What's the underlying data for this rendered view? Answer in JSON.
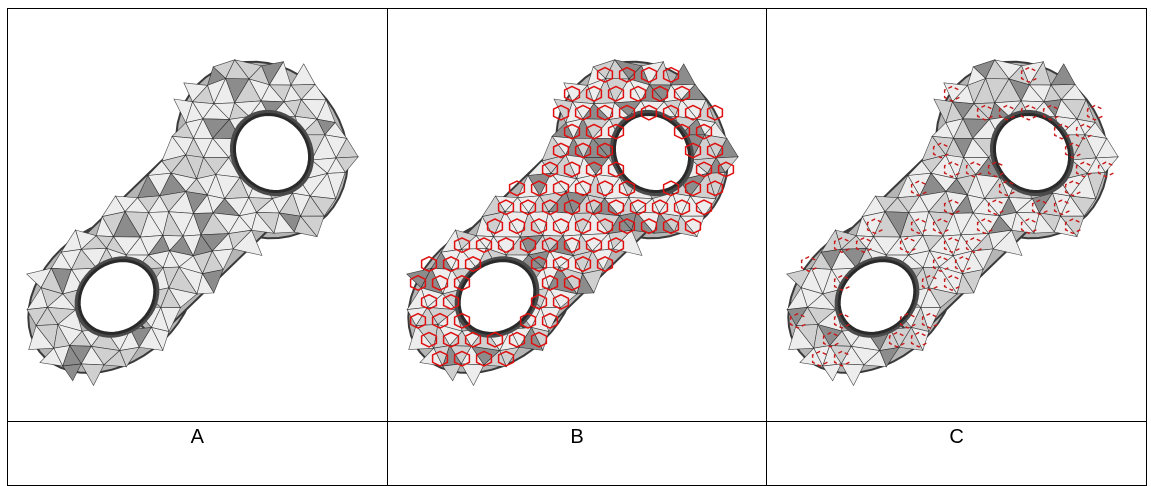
{
  "panels": [
    {
      "label": "A",
      "mesh_icon": "genus-two-triangulated-surface",
      "overlay": "none"
    },
    {
      "label": "B",
      "mesh_icon": "genus-two-triangulated-surface",
      "overlay": "dual-graph",
      "overlay_color": "#e01010"
    },
    {
      "label": "C",
      "mesh_icon": "genus-two-triangulated-surface",
      "overlay": "sparse-paths",
      "overlay_color": "#c81818"
    }
  ]
}
